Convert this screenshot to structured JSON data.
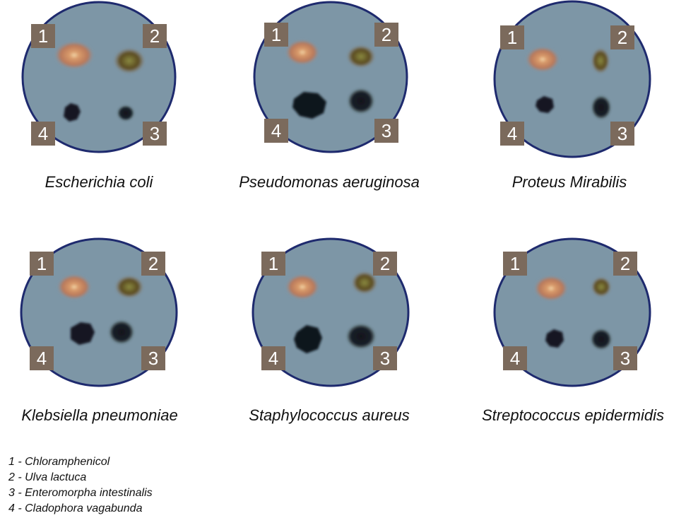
{
  "plates": [
    {
      "organism": "Escherichia coli",
      "labels": [
        "1",
        "2",
        "3",
        "4"
      ]
    },
    {
      "organism": "Pseudomonas aeruginosa",
      "labels": [
        "1",
        "2",
        "3",
        "4"
      ]
    },
    {
      "organism": "Proteus Mirabilis",
      "labels": [
        "1",
        "2",
        "3",
        "4"
      ]
    },
    {
      "organism": "Klebsiella pneumoniae",
      "labels": [
        "1",
        "2",
        "3",
        "4"
      ]
    },
    {
      "organism": "Staphylococcus aureus",
      "labels": [
        "1",
        "2",
        "3",
        "4"
      ]
    },
    {
      "organism": "Streptococcus epidermidis",
      "labels": [
        "1",
        "2",
        "3",
        "4"
      ]
    }
  ],
  "legend": [
    "1 - Chloramphenicol",
    "2 - Ulva lactuca",
    "3 - Enteromorpha intestinalis",
    "4 - Cladophora vagabunda"
  ],
  "colors": {
    "dish_fill": "#7d96a6",
    "dish_border": "#1e2a6e",
    "label_box": "#7b6a5c",
    "spot_1": "#c98a5e",
    "spot_2": "#6b6a2a",
    "spot_dark": "#141820"
  }
}
